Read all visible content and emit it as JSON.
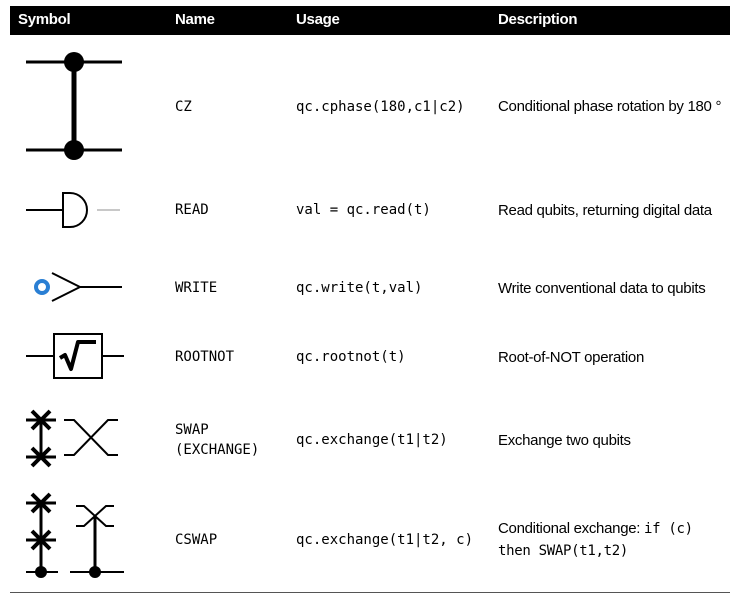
{
  "headers": {
    "symbol": "Symbol",
    "name": "Name",
    "usage": "Usage",
    "description": "Description"
  },
  "rows": [
    {
      "symbol_icon": "cz-gate-icon",
      "name": "CZ",
      "usage": "qc.cphase(180,c1|c2)",
      "description": "Conditional phase rotation by 180 °"
    },
    {
      "symbol_icon": "read-gate-icon",
      "name": "READ",
      "usage": "val = qc.read(t)",
      "description": "Read qubits, returning digital data"
    },
    {
      "symbol_icon": "write-gate-icon",
      "name": "WRITE",
      "usage": "qc.write(t,val)",
      "description": "Write conventional data to qubits"
    },
    {
      "symbol_icon": "rootnot-gate-icon",
      "name": "ROOTNOT",
      "usage": "qc.rootnot(t)",
      "description": "Root-of-NOT operation"
    },
    {
      "symbol_icon": "swap-gate-icon",
      "name_line1": "SWAP",
      "name_line2": "(EXCHANGE)",
      "usage": "qc.exchange(t1|t2)",
      "description": "Exchange two qubits"
    },
    {
      "symbol_icon": "cswap-gate-icon",
      "name": "CSWAP",
      "usage": "qc.exchange(t1|t2, c)",
      "description_prefix": "Conditional exchange: ",
      "description_code1": "if (c)",
      "description_code2": "then SWAP(t1,t2)"
    }
  ],
  "colors": {
    "header_bg": "#000000",
    "header_text": "#ffffff",
    "write_circle": "#2a7fd4"
  }
}
